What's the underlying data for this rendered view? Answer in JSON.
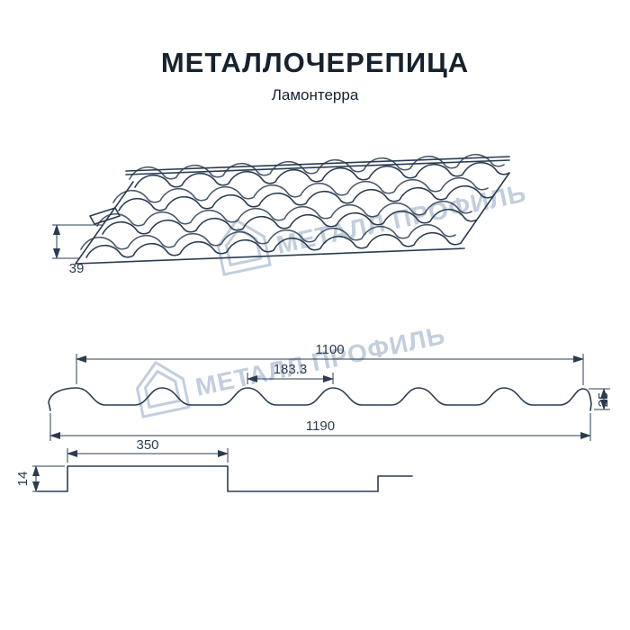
{
  "header": {
    "title": "МЕТАЛЛОЧЕРЕПИЦА",
    "subtitle": "Ламонтерра"
  },
  "watermark": {
    "brand": "МЕТАЛЛ ПРОФИЛЬ"
  },
  "views": {
    "perspective": {
      "dim_eaves_height": "39"
    },
    "cross_section": {
      "dim_cover_width": "1100",
      "dim_wave_pitch": "183.3",
      "dim_profile_height": "25",
      "dim_full_width": "1190"
    },
    "module_section": {
      "dim_module_length": "350",
      "dim_step_height": "14"
    }
  },
  "colors": {
    "line": "#2b3c50",
    "watermark": "#b3c2d6",
    "title": "#16222e",
    "background": "#ffffff"
  }
}
